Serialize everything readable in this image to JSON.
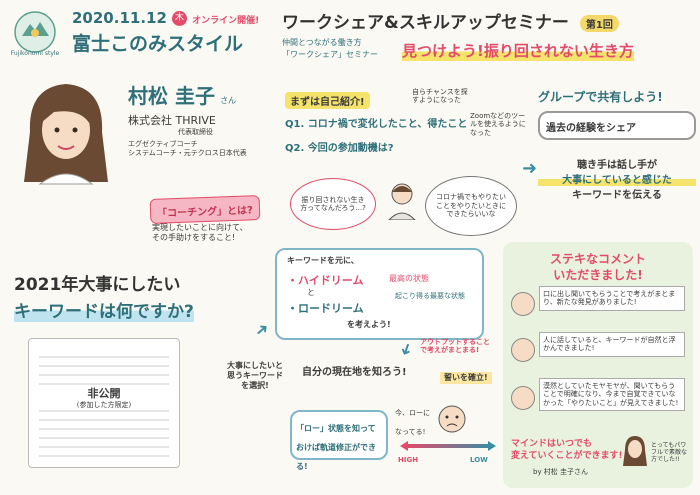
{
  "header": {
    "date": "2020.11.12",
    "weekday": "木",
    "online_held": "オンライン開催!",
    "event_name": "富士このみスタイル",
    "logo_text": "Fujikonomi style",
    "title": "ワークシェア&スキルアップセミナー",
    "session_badge": "第1回",
    "subtitle_left_1": "仲間とつながる働き方",
    "subtitle_left_2": "「ワークシェア」セミナー",
    "subtitle_main": "見つけよう!振り回されない生き方"
  },
  "speaker": {
    "name": "村松 圭子",
    "honorific": "さん",
    "company": "株式会社 THRIVE",
    "role": "代表取締役",
    "line1": "エグゼクティブコーチ",
    "line2": "システムコーチ・元テクロス日本代表",
    "coaching_label": "「コーチング」とは?",
    "coaching_desc_1": "実現したいことに向けて、",
    "coaching_desc_2": "その手助けをすること!"
  },
  "intro": {
    "heading": "まずは自己紹介!",
    "q1": "Q1. コロナ禍で変化したこと、得たこと",
    "q2": "Q2. 今回の参加動機は?",
    "note_a": "自らチャンスを探すようになった",
    "note_b": "Zoomなどのツールを使えるようになった",
    "bubble_a": "振り回されない生き方ってなんだろう...?",
    "bubble_b": "コロナ禍でもやりたいことをやりたいときにできたらいいな"
  },
  "group": {
    "title": "グループで共有しよう!",
    "past": "過去の経験をシェア",
    "listen_1": "聴き手は話し手が",
    "listen_2": "大事にしていると感じた",
    "listen_3": "キーワードを伝える"
  },
  "keyword": {
    "q_line1": "2021年大事にしたい",
    "q_line2": "キーワードは何ですか?",
    "private_label": "非公開",
    "private_note": "(参加した方限定)"
  },
  "dream": {
    "intro": "キーワードを元に、",
    "high_label": "・ハイドリーム",
    "high_desc": "最高の状態",
    "low_label": "・ロードリーム",
    "low_desc": "起こり得る最悪な状態",
    "and": "と",
    "think": "を考えよう!",
    "output": "アウトプットすることで考えがまとまる!",
    "vow": "誓いを確立!",
    "select_note": "大事にしたいと思うキーワードを選択!",
    "current": "自分の現在地を知ろう!",
    "low_state": "「ロー」状態を知っておけば軌道修正ができる!",
    "now_low": "今、ローになってる!",
    "scale_high": "HIGH",
    "scale_low": "LOW"
  },
  "comments": {
    "title_1": "ステキなコメント",
    "title_2": "いただきました!",
    "items": [
      "口に出し聞いてもらうことで考えがまとまり、新たな発見がありました!",
      "人に話していると、キーワードが自然と浮かんできました!",
      "漠然としていたモヤモヤが、聞いてもらうことで明確になり、今まで自覚できていなかった「やりたいこと」が見えてきました!"
    ],
    "closing_1": "マインドはいつでも",
    "closing_2": "変えていくことができます!",
    "closing_by": "by 村松 圭子さん",
    "closing_note": "とってもパワフルで素敵な方でした!!"
  }
}
